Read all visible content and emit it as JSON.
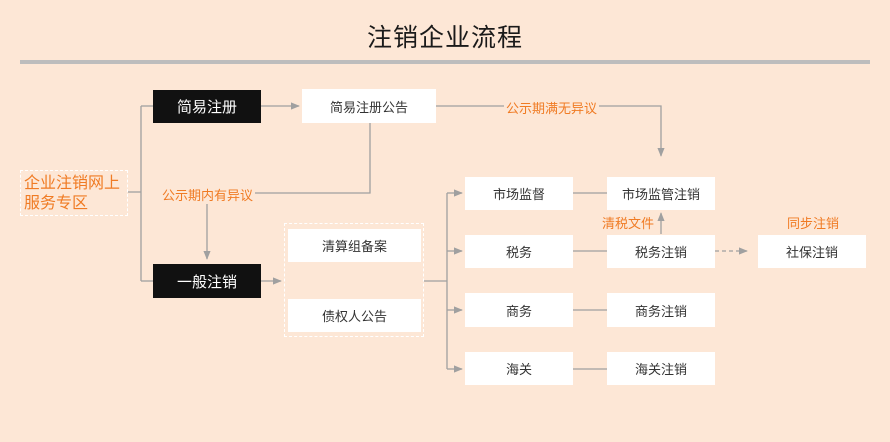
{
  "title": "注销企业流程",
  "entry": {
    "line1": "企业注销网上",
    "line2": "服务专区"
  },
  "simple": {
    "label": "简易注册",
    "notice": "简易注册公告"
  },
  "general": {
    "label": "一般注销",
    "filing": "清算组备案",
    "creditor": "债权人公告"
  },
  "edges": {
    "no_objection": "公示期满无异议",
    "has_objection": "公示期内有异议",
    "tax_docs": "清税文件",
    "sync": "同步注销"
  },
  "departments": [
    "市场监督",
    "税务",
    "商务",
    "海关"
  ],
  "deregistrations": [
    "市场监管注销",
    "税务注销",
    "商务注销",
    "海关注销"
  ],
  "social": "社保注销",
  "colors": {
    "background": "#fde7d6",
    "accent": "#f07b24",
    "dark": "#111111",
    "line": "#a0a0a0"
  }
}
